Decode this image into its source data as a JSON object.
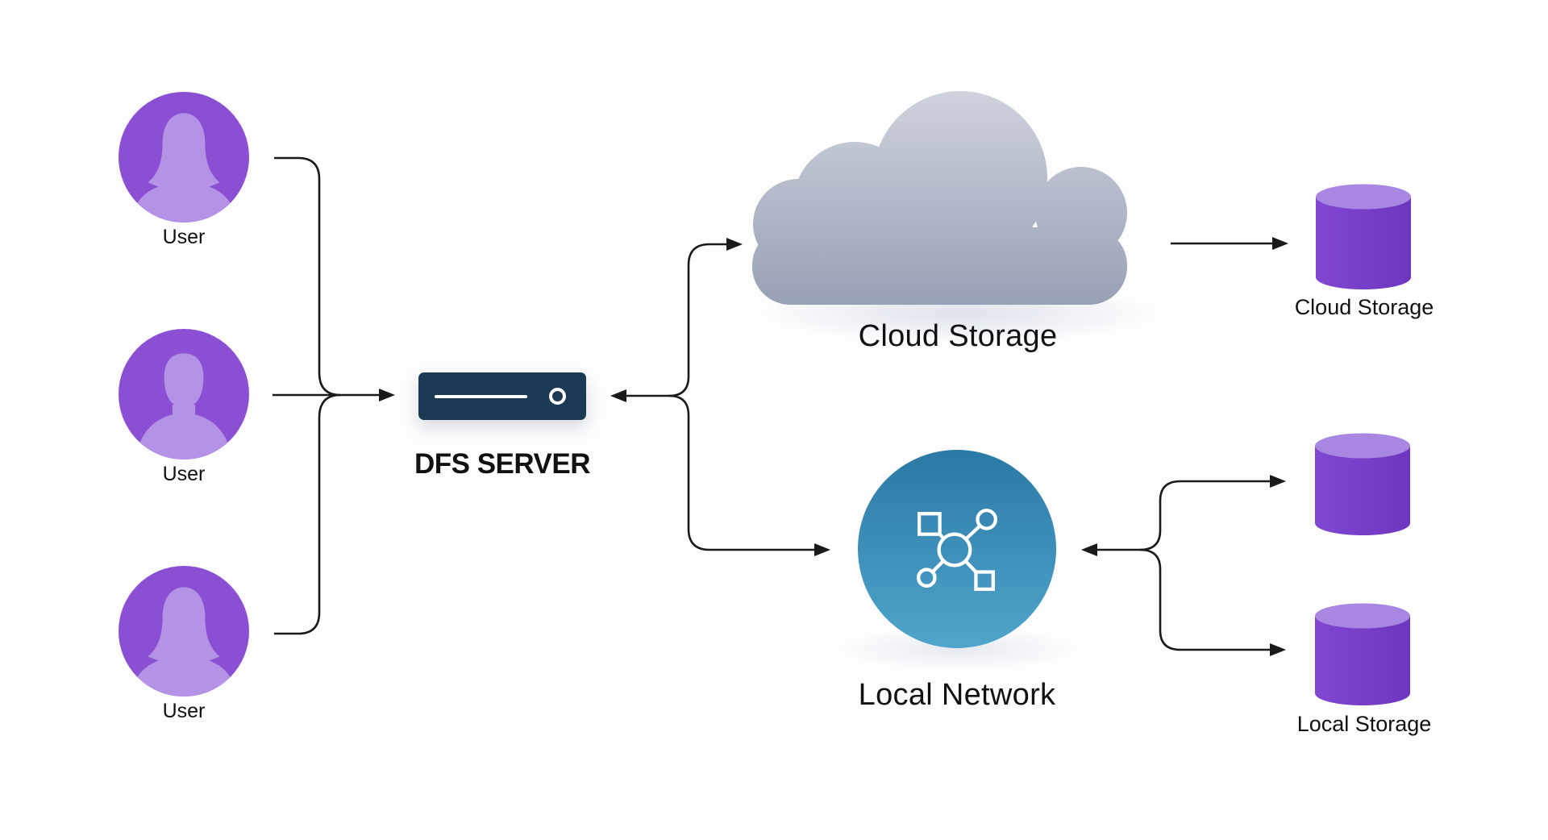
{
  "diagram": {
    "users": [
      {
        "label": "User",
        "icon": "female-user-icon"
      },
      {
        "label": "User",
        "icon": "male-user-icon"
      },
      {
        "label": "User",
        "icon": "female-user-icon"
      }
    ],
    "server": {
      "label": "DFS SERVER",
      "icon": "server-icon"
    },
    "cloud": {
      "label": "Cloud Storage",
      "icon": "cloud-icon"
    },
    "network": {
      "label": "Local Network",
      "icon": "network-icon"
    },
    "cloud_db": {
      "label": "Cloud Storage",
      "icon": "database-icon"
    },
    "local_db": {
      "label": "Local Storage",
      "icon": "database-icon"
    }
  },
  "colors": {
    "background": "#fdfdfe",
    "avatar_bg": "#8b4fd3",
    "avatar_fg": "#b493e6",
    "server_bg": "#1d3a55",
    "cloud_top": "#cfd3dd",
    "cloud_bottom": "#98a0b4",
    "network_top": "#2b79a5",
    "network_bottom": "#4fa5cc",
    "cylinder_body_light": "#8147d2",
    "cylinder_body_dark": "#6e36bf",
    "cylinder_top": "#a787e1",
    "line": "#1a1a1a",
    "text": "#111111"
  }
}
